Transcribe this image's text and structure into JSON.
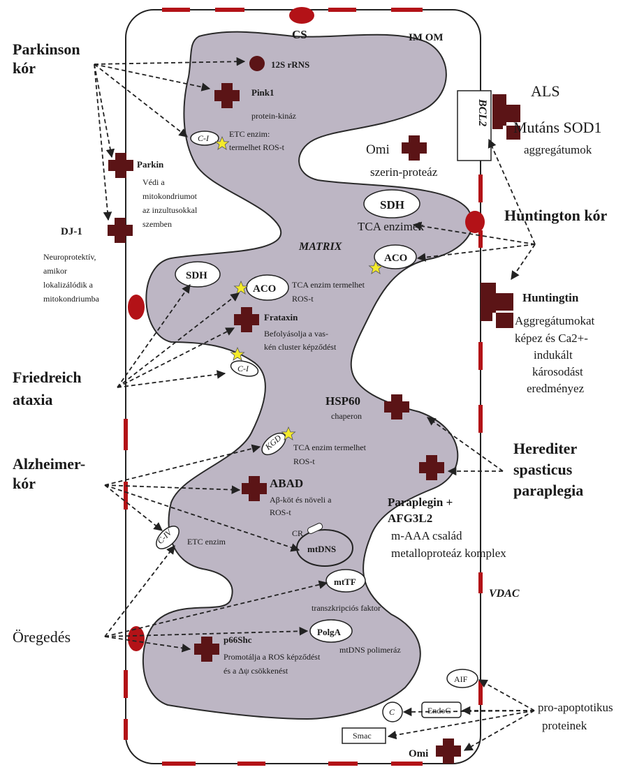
{
  "colors": {
    "membrane_fill": "#bdb6c4",
    "dark_red": "#5b1416",
    "red": "#b31217",
    "star": "#f4ea2a",
    "arrow": "#222222"
  },
  "compartments": {
    "cs": "CS",
    "im_om": "IM OM",
    "matrix": "MATRIX",
    "vdac": "VDAC",
    "bcl2": "BCL2"
  },
  "diseases": {
    "parkinson_1": "Parkinson",
    "parkinson_2": "kór",
    "friedreich_1": "Friedreich",
    "friedreich_2": "ataxia",
    "alzheimer_1": "Alzheimer-",
    "alzheimer_2": "kór",
    "aging": "Öregedés",
    "als": "ALS",
    "huntington": "Huntington kór",
    "hsp_1": "Herediter",
    "hsp_2": "spasticus",
    "hsp_3": "paraplegia"
  },
  "proteins": {
    "rrna": "12S rRNS",
    "pink1": "Pink1",
    "pink1_desc": "protein-kináz",
    "etc_ros_1": "ETC enzim:",
    "etc_ros_2": "termelhet ROS-t",
    "ci": "C-I",
    "parkin": "Parkin",
    "parkin_desc_1": "Védi a",
    "parkin_desc_2": "mitokondriumot",
    "parkin_desc_3": "az inzultusokkal",
    "parkin_desc_4": "szemben",
    "dj1": "DJ-1",
    "dj1_desc_1": "Neuroprotektív,",
    "dj1_desc_2": "amikor",
    "dj1_desc_3": "lokalizálódik a",
    "dj1_desc_4": "mitokondriumba",
    "sod1_1": "Mutáns SOD1",
    "sod1_2": "aggregátumok",
    "omi": "Omi",
    "omi_desc": "szerin-proteáz",
    "sdh": "SDH",
    "tca": "TCA enzimek",
    "aco": "ACO",
    "aco_desc_1": "TCA enzim termelhet",
    "aco_desc_2": "ROS-t",
    "huntingtin": "Huntingtin",
    "htt_desc_1": "Aggregátumokat",
    "htt_desc_2": "képez és Ca2+-",
    "htt_desc_3": "indukált",
    "htt_desc_4": "károsodást",
    "htt_desc_5": "eredményez",
    "frataxin": "Frataxin",
    "frataxin_desc_1": "Befolyásolja a vas-",
    "frataxin_desc_2": "kén cluster képződést",
    "hsp60": "HSP60",
    "hsp60_desc": "chaperon",
    "kgd": "KGD",
    "kgd_desc_1": "TCA enzim termelhet",
    "kgd_desc_2": "ROS-t",
    "abad": "ABAD",
    "abad_desc_1": "Aβ-köt és növeli a",
    "abad_desc_2": "ROS-t",
    "paraplegin_1": "Paraplegin +",
    "paraplegin_2": "AFG3L2",
    "paraplegin_3": "m-AAA család",
    "paraplegin_4": "metalloproteáz komplex",
    "civ": "C-IV",
    "civ_desc": "ETC enzim",
    "cr": "CR",
    "mtdns": "mtDNS",
    "mttf": "mtTF",
    "mttf_desc": "transzkripciós faktor",
    "polga": "PolgA",
    "polga_desc": "mtDNS polimeráz",
    "p66": "p66Shc",
    "p66_desc_1": "Promotálja a ROS képződést",
    "p66_desc_2": "és a Δψ csökkenést",
    "aif": "AIF",
    "c": "C",
    "endog": "EndoG",
    "smac": "Smac",
    "pro_apop_1": "pro-apoptotikus",
    "pro_apop_2": "proteinek"
  }
}
